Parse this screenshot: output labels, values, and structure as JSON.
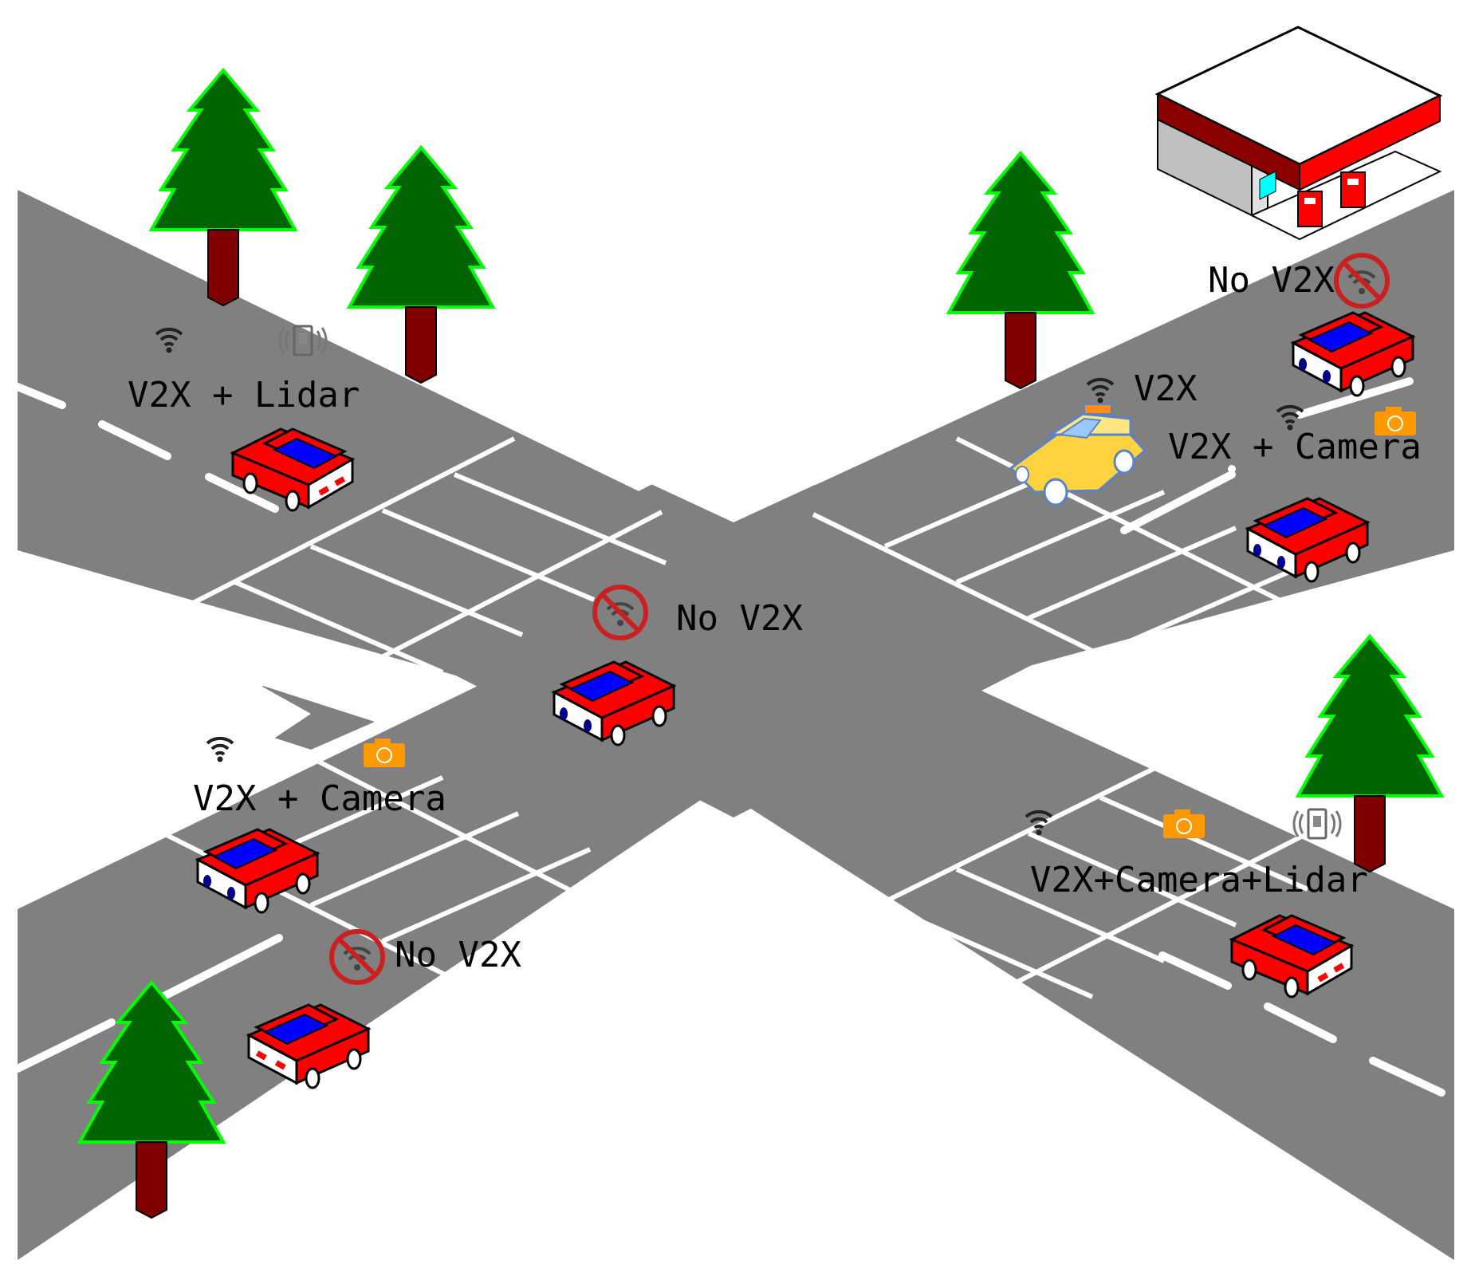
{
  "colors": {
    "road": "#808080",
    "road_marking": "#ffffff",
    "car_body": "#ff0000",
    "car_glass": "#0000ff",
    "tree_foliage": "#006400",
    "tree_outline": "#00ff00",
    "tree_trunk": "#800000",
    "camera_icon": "#ff9900",
    "no_signal": "#cc2020",
    "taxi": "#ffd23f"
  },
  "labels": {
    "topleft": "V2X + Lidar",
    "topright_no": "No V2X",
    "topright_v2x": "V2X",
    "topright_cam": "V2X + Camera",
    "center_no": "No V2X",
    "left_cam": "V2X + Camera",
    "bottomleft_no": "No V2X",
    "bottomright": "V2X+Camera+Lidar"
  },
  "icons": [
    "wifi-icon",
    "lidar-icon",
    "camera-icon",
    "no-wifi-icon",
    "tree-icon",
    "car-icon",
    "taxi-icon",
    "gas-station-icon"
  ]
}
